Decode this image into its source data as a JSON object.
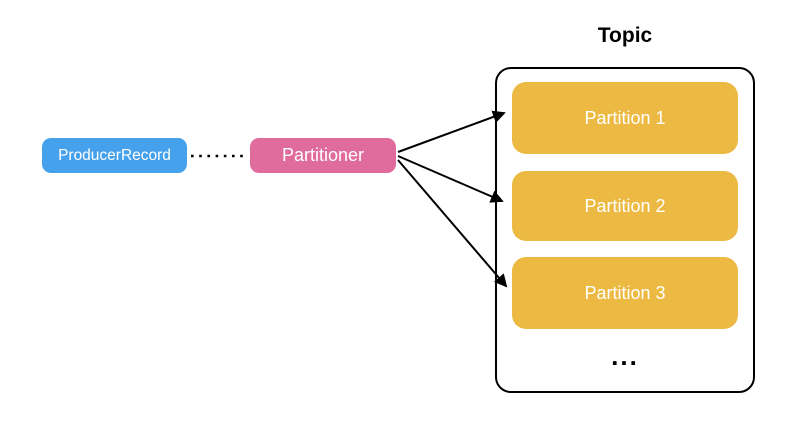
{
  "diagram": {
    "background_color": "#ffffff",
    "producer_record": {
      "label": "ProducerRecord",
      "fill_color": "#45A1EC",
      "text_color": "#ffffff"
    },
    "connector": {
      "style": "dotted",
      "color": "#000000"
    },
    "partitioner": {
      "label": "Partitioner",
      "fill_color": "#E06C9E",
      "text_color": "#ffffff"
    },
    "arrows": {
      "color": "#000000",
      "count": 3
    },
    "topic": {
      "title": "Topic",
      "border_color": "#000000",
      "partition_fill_color": "#ECBA43",
      "partition_text_color": "#ffffff",
      "partitions": [
        {
          "label": "Partition 1"
        },
        {
          "label": "Partition 2"
        },
        {
          "label": "Partition 3"
        }
      ],
      "more_indicator": "..."
    }
  }
}
